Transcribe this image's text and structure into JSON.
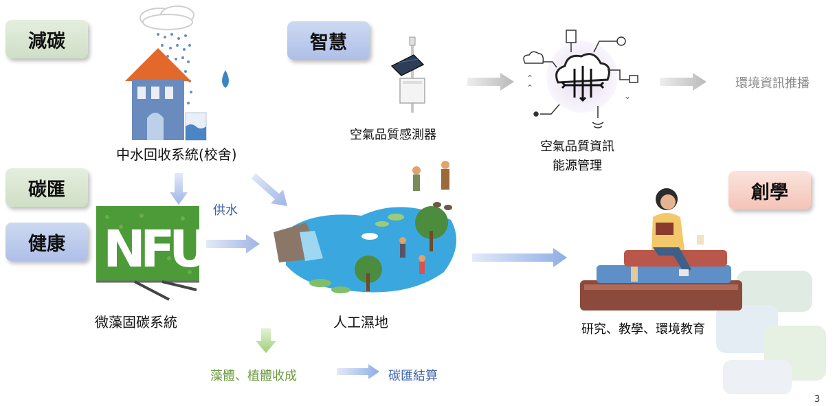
{
  "tags": {
    "carbon_reduction": "減碳",
    "smart": "智慧",
    "carbon_sink": "碳匯",
    "health": "健康",
    "innovation": "創學"
  },
  "labels": {
    "greywater": "中水回收系統(校舍)",
    "air_sensor": "空氣品質感測器",
    "air_info_line1": "空氣品質資訊",
    "air_info_line2": "能源管理",
    "env_broadcast": "環境資訊推播",
    "water_supply": "供水",
    "microalgae": "微藻固碳系統",
    "wetland": "人工濕地",
    "harvest": "藻體、植體收成",
    "carbon_settlement": "碳匯結算",
    "research": "研究、教學、環境教育",
    "page_number": "3"
  },
  "colors": {
    "tag_green": "#dce8d4",
    "tag_blue": "#b8c8ec",
    "tag_red": "#f8d2c7",
    "arrow_blue": "#9fb5e6",
    "arrow_gray": "#bdbdbd",
    "arrow_green": "#a9d48a"
  },
  "icons": {
    "house": "house-rain-icon",
    "sensor": "solar-sensor-icon",
    "cloud": "cloud-network-icon",
    "wall": "nfu-algae-wall-icon",
    "wetland": "wetland-scene-icon",
    "reader": "person-reading-books-icon"
  }
}
